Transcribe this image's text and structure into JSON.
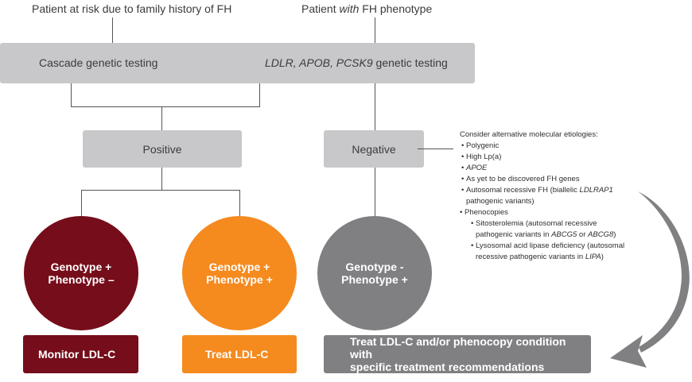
{
  "colors": {
    "maroon": "#760d1a",
    "orange": "#f58a1f",
    "gray": "#808083",
    "light_gray": "#c8c8ca",
    "line": "#555558"
  },
  "top_labels": {
    "left": "Patient at risk due to family history of FH",
    "right_prefix": "Patient ",
    "right_italic": "with",
    "right_suffix": " FH phenotype"
  },
  "testing_bar": {
    "left_label": "Cascade genetic testing",
    "right_label_italic": "LDLR, APOB, PCSK9",
    "right_label_suffix": " genetic testing"
  },
  "results": {
    "positive": "Positive",
    "negative": "Negative"
  },
  "circles": [
    {
      "line1": "Genotype +",
      "line2": "Phenotype –"
    },
    {
      "line1": "Genotype +",
      "line2": "Phenotype +"
    },
    {
      "line1": "Genotype -",
      "line2": "Phenotype +"
    }
  ],
  "actions": {
    "monitor": "Monitor LDL-C",
    "treat": "Treat LDL-C",
    "treat_phenocopy_line1": "Treat LDL-C and/or phenocopy condition with",
    "treat_phenocopy_line2": "specific treatment recommendations"
  },
  "alternatives": {
    "heading": "Consider alternative molecular etiologies:",
    "bullet": "•",
    "items": {
      "polygenic": "Polygenic",
      "lpa": "High Lp(a)",
      "apoe": "APOE",
      "undiscovered": "As yet to be discovered FH genes",
      "ar_fh_prefix": "Autosomal recessive FH (biallelic ",
      "ar_fh_italic": "LDLRAP1",
      "ar_fh_line2": "pathogenic variants)"
    },
    "phenocopies": {
      "label": "Phenocopies",
      "sito_line1": "Sitosterolemia (autosomal recessive",
      "sito_line2_prefix": "pathogenic variants in ",
      "sito_gene1": "ABCG5",
      "sito_or": " or ",
      "sito_gene2": "ABCG8",
      "sito_close": ")",
      "lal_line1": "Lysosomal acid lipase deficiency (autosomal",
      "lal_line2_prefix": "recessive pathogenic variants in ",
      "lal_gene": "LIPA",
      "lal_close": ")"
    }
  },
  "arrow_icon": "curved-arrow"
}
